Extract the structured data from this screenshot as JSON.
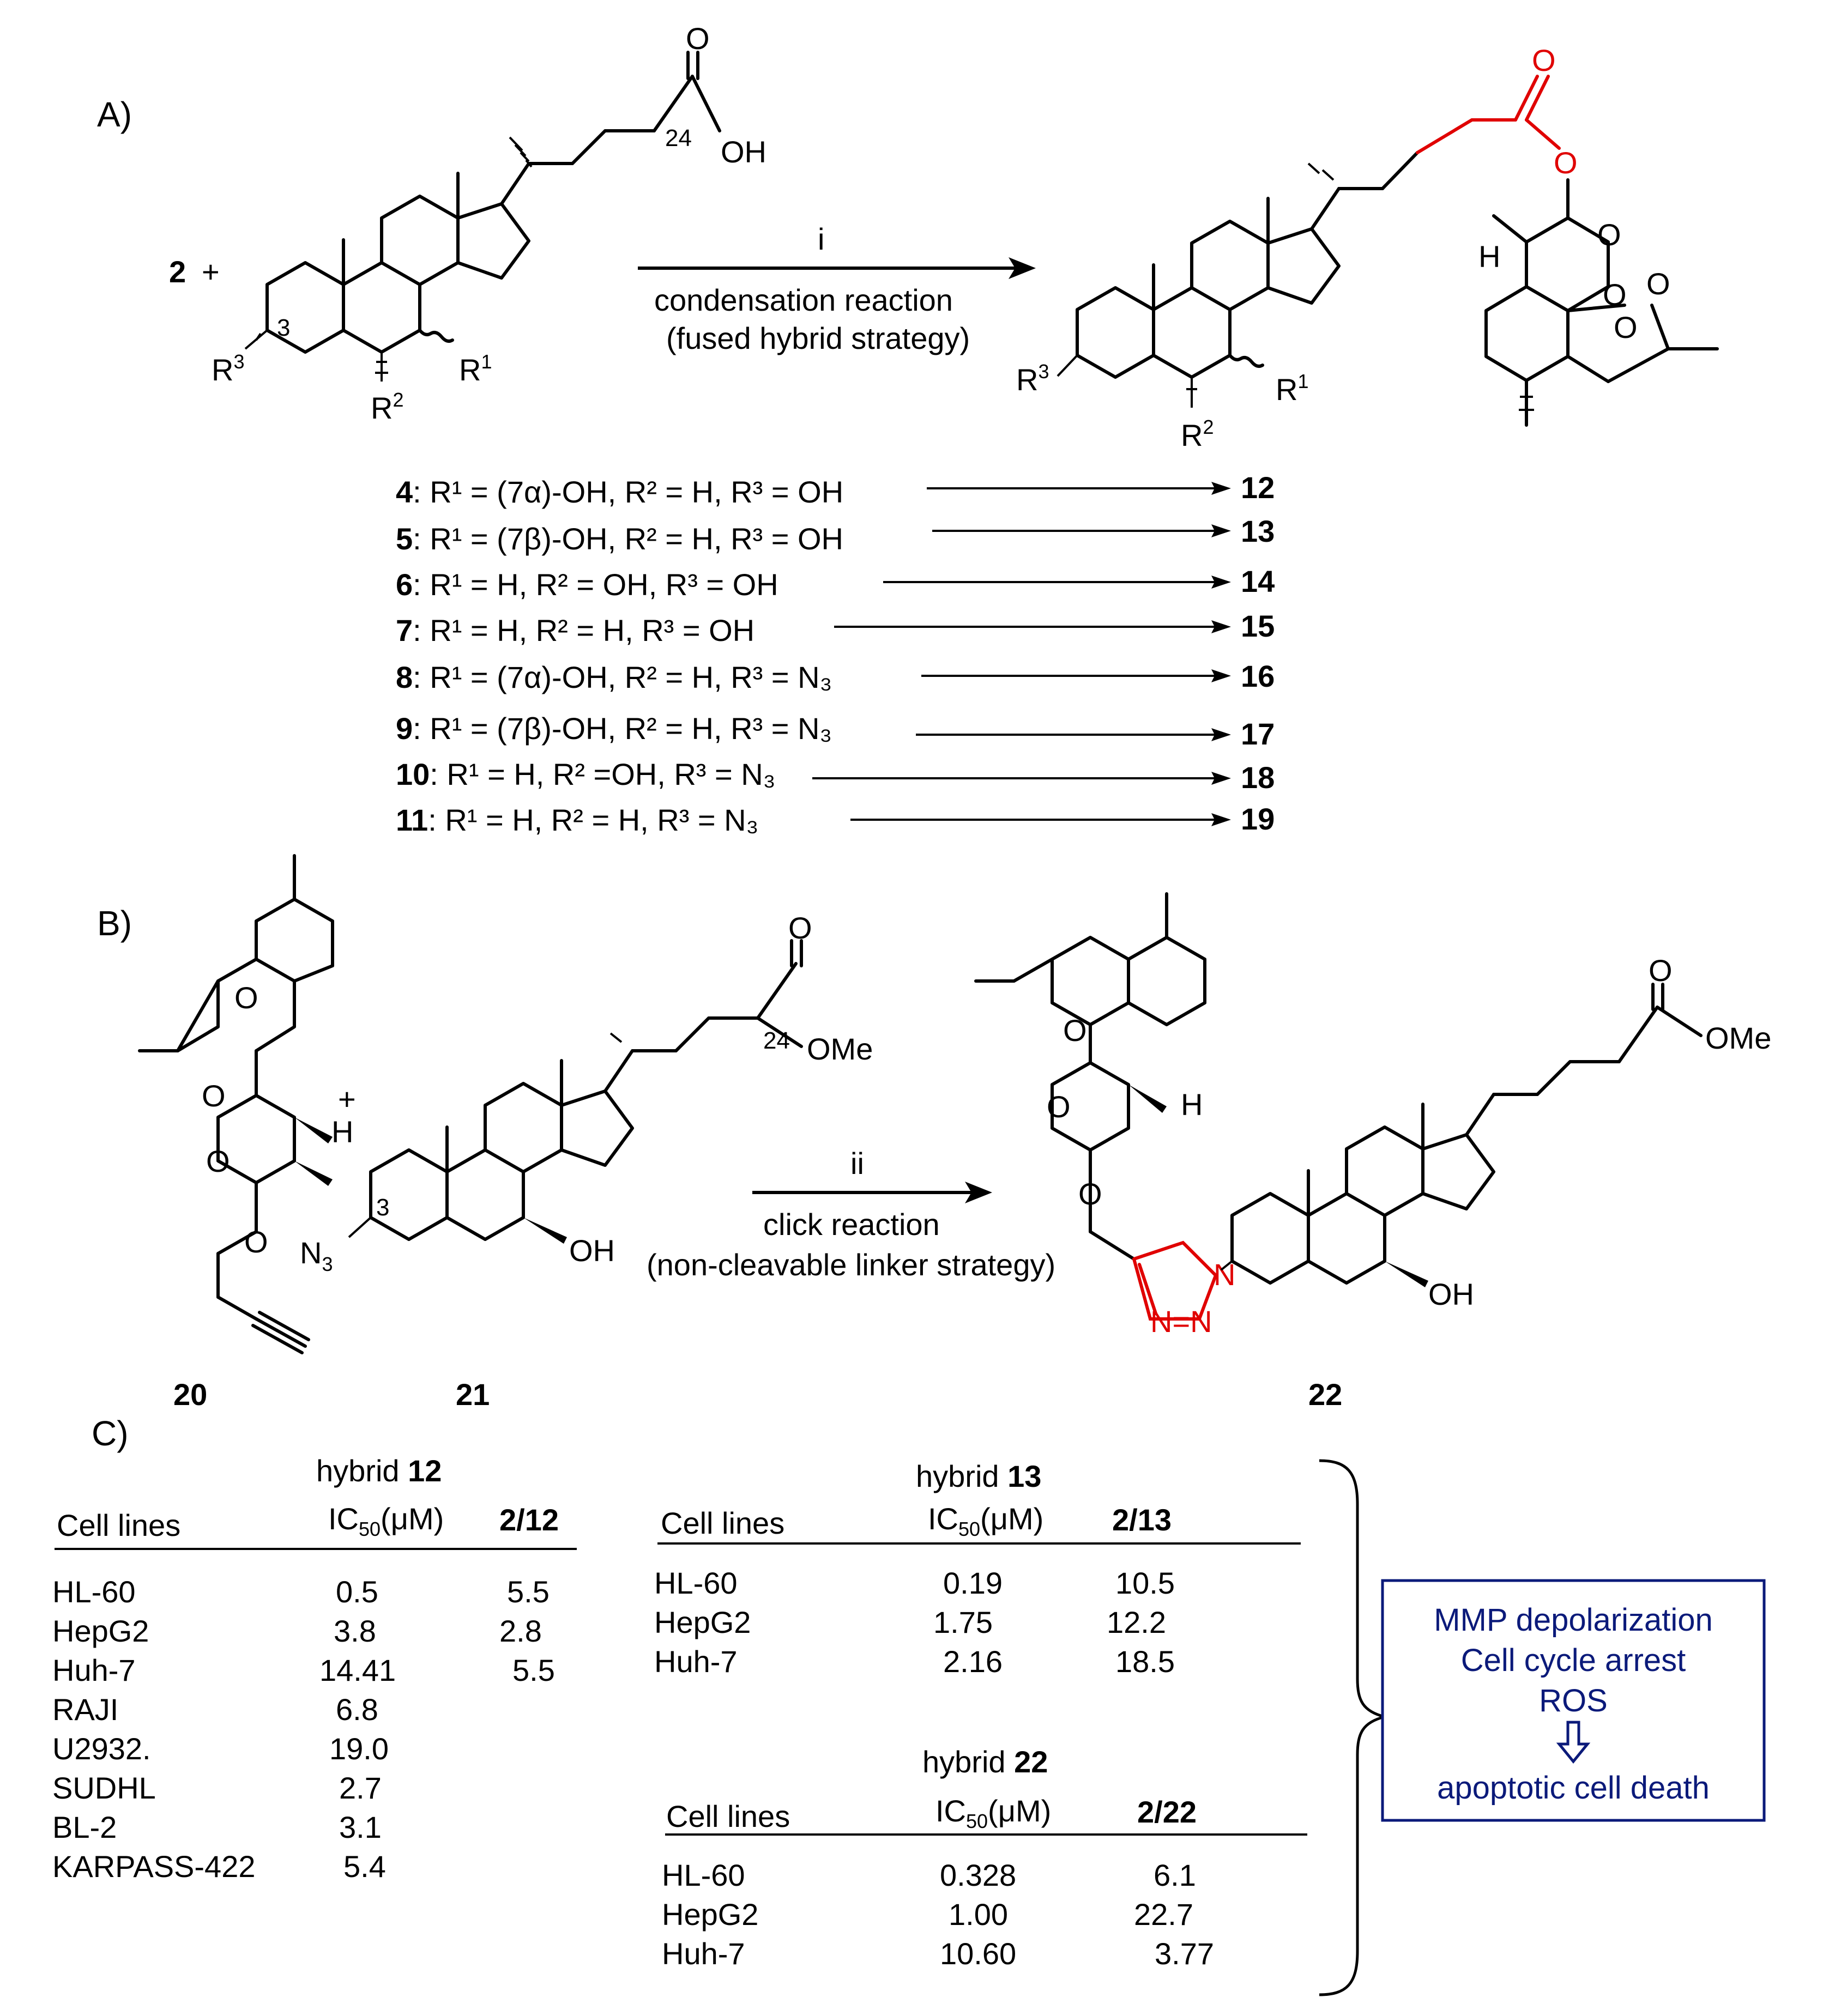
{
  "section_labels": {
    "a": "A)",
    "b": "B)",
    "c": "C)"
  },
  "scheme_a": {
    "reactant": "2",
    "plus": "+",
    "locant_c24": "24",
    "locant_c3": "3",
    "acid_oh": "OH",
    "acid_o": "O",
    "reagent": "i",
    "conditions_line1": "condensation reaction",
    "conditions_line2": "(fused hybrid strategy)",
    "r1": "R",
    "r1_sup": "1",
    "r2": "R",
    "r2_sup": "2",
    "r3": "R",
    "r3_sup": "3",
    "h_label": "H",
    "o_label": "O",
    "substituent_rows": [
      {
        "compound": "4",
        "text": ": R¹ = (7α)-OH, R² = H, R³ = OH",
        "product": "12"
      },
      {
        "compound": "5",
        "text": ": R¹ = (7β)-OH, R² = H, R³ = OH",
        "product": "13"
      },
      {
        "compound": "6",
        "text": ": R¹ = H, R² = OH, R³ = OH",
        "product": "14"
      },
      {
        "compound": "7",
        "text": ": R¹ = H, R² = H, R³ = OH",
        "product": "15"
      },
      {
        "compound": "8",
        "text": ": R¹ = (7α)-OH, R² = H, R³ = N₃",
        "product": "16"
      },
      {
        "compound": "9",
        "text": ": R¹ = (7β)-OH, R² = H, R³ = N₃",
        "product": "17"
      },
      {
        "compound": "10",
        "text": ": R¹ = H, R² =OH, R³ = N₃",
        "product": "18"
      },
      {
        "compound": "11",
        "text": ": R¹ = H, R² = H, R³ = N₃",
        "product": "19"
      }
    ]
  },
  "scheme_b": {
    "plus": "+",
    "ester": "OMe",
    "o_label": "O",
    "locant_c24": "24",
    "locant_c3": "3",
    "azide": "N",
    "azide_sub": "3",
    "oh": "OH",
    "h_label": "H",
    "n_label": "N",
    "triazole_bottom": "N=N",
    "reagent": "ii",
    "conditions_line1": "click reaction",
    "conditions_line2": "(non-cleavable linker strategy)",
    "compound_20": "20",
    "compound_21": "21",
    "compound_22": "22"
  },
  "tables": [
    {
      "title_prefix": "hybrid ",
      "title_bold": "12",
      "col_cell_lines": "Cell lines",
      "col_ic50": "IC",
      "col_ic50_sub": "50",
      "col_ic50_unit": "(μM)",
      "col_ratio": "2/12",
      "rows": [
        {
          "cell_line": "HL-60",
          "ic50": "0.5",
          "ratio": "5.5"
        },
        {
          "cell_line": "HepG2",
          "ic50": "3.8",
          "ratio": "2.8"
        },
        {
          "cell_line": "Huh-7",
          "ic50": "14.41",
          "ratio": "5.5"
        },
        {
          "cell_line": "RAJI",
          "ic50": "6.8",
          "ratio": ""
        },
        {
          "cell_line": "U2932.",
          "ic50": "19.0",
          "ratio": ""
        },
        {
          "cell_line": "SUDHL",
          "ic50": "2.7",
          "ratio": ""
        },
        {
          "cell_line": "BL-2",
          "ic50": "3.1",
          "ratio": ""
        },
        {
          "cell_line": "KARPASS-422",
          "ic50": "5.4",
          "ratio": ""
        }
      ]
    },
    {
      "title_prefix": "hybrid ",
      "title_bold": "13",
      "col_cell_lines": "Cell lines",
      "col_ic50": "IC",
      "col_ic50_sub": "50",
      "col_ic50_unit": "(μM)",
      "col_ratio": "2/13",
      "rows": [
        {
          "cell_line": "HL-60",
          "ic50": "0.19",
          "ratio": "10.5"
        },
        {
          "cell_line": "HepG2",
          "ic50": "1.75",
          "ratio": "12.2"
        },
        {
          "cell_line": "Huh-7",
          "ic50": "2.16",
          "ratio": "18.5"
        }
      ]
    },
    {
      "title_prefix": "hybrid ",
      "title_bold": "22",
      "col_cell_lines": "Cell lines",
      "col_ic50": "IC",
      "col_ic50_sub": "50",
      "col_ic50_unit": "(μM)",
      "col_ratio": "2/22",
      "rows": [
        {
          "cell_line": "HL-60",
          "ic50": "0.328",
          "ratio": "6.1"
        },
        {
          "cell_line": "HepG2",
          "ic50": "1.00",
          "ratio": "22.7"
        },
        {
          "cell_line": "Huh-7",
          "ic50": "10.60",
          "ratio": "3.77"
        }
      ]
    }
  ],
  "mechanism_box": {
    "line1": "MMP depolarization",
    "line2": "Cell cycle arrest",
    "line3": "ROS",
    "outcome": "apoptotic cell death",
    "text_color": "#0b1a7a"
  },
  "colors": {
    "highlight": "#e00000",
    "box": "#0b1a7a"
  }
}
